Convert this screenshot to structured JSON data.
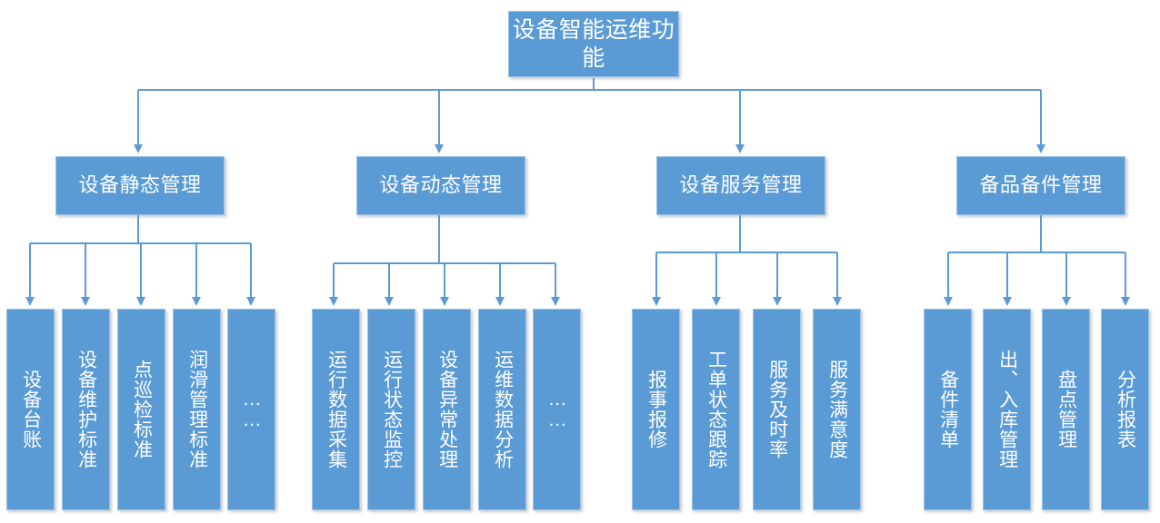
{
  "diagram": {
    "type": "hierarchy-tree",
    "title": "设备智能运维功能",
    "colors": {
      "node_fill": "#5B9BD5",
      "node_border": "#9CC3E5",
      "connector": "#5B9BD5",
      "text": "#FFFFFF",
      "background": "#FFFFFF"
    },
    "root": {
      "label": "设备智能运维功能"
    },
    "branches": [
      {
        "label": "设备静态管理",
        "children": [
          {
            "label": "设备台账"
          },
          {
            "label": "设备维护标准"
          },
          {
            "label": "点巡检标准"
          },
          {
            "label": "润滑管理标准"
          },
          {
            "label": "……"
          }
        ]
      },
      {
        "label": "设备动态管理",
        "children": [
          {
            "label": "运行数据采集"
          },
          {
            "label": "运行状态监控"
          },
          {
            "label": "设备异常处理"
          },
          {
            "label": "运维数据分析"
          },
          {
            "label": "……"
          }
        ]
      },
      {
        "label": "设备服务管理",
        "children": [
          {
            "label": "报事报修"
          },
          {
            "label": "工单状态跟踪"
          },
          {
            "label": "服务及时率"
          },
          {
            "label": "服务满意度"
          }
        ]
      },
      {
        "label": "备品备件管理",
        "children": [
          {
            "label": "备件清单"
          },
          {
            "label": "出、入库管理"
          },
          {
            "label": "盘点管理"
          },
          {
            "label": "分析报表"
          }
        ]
      }
    ]
  }
}
